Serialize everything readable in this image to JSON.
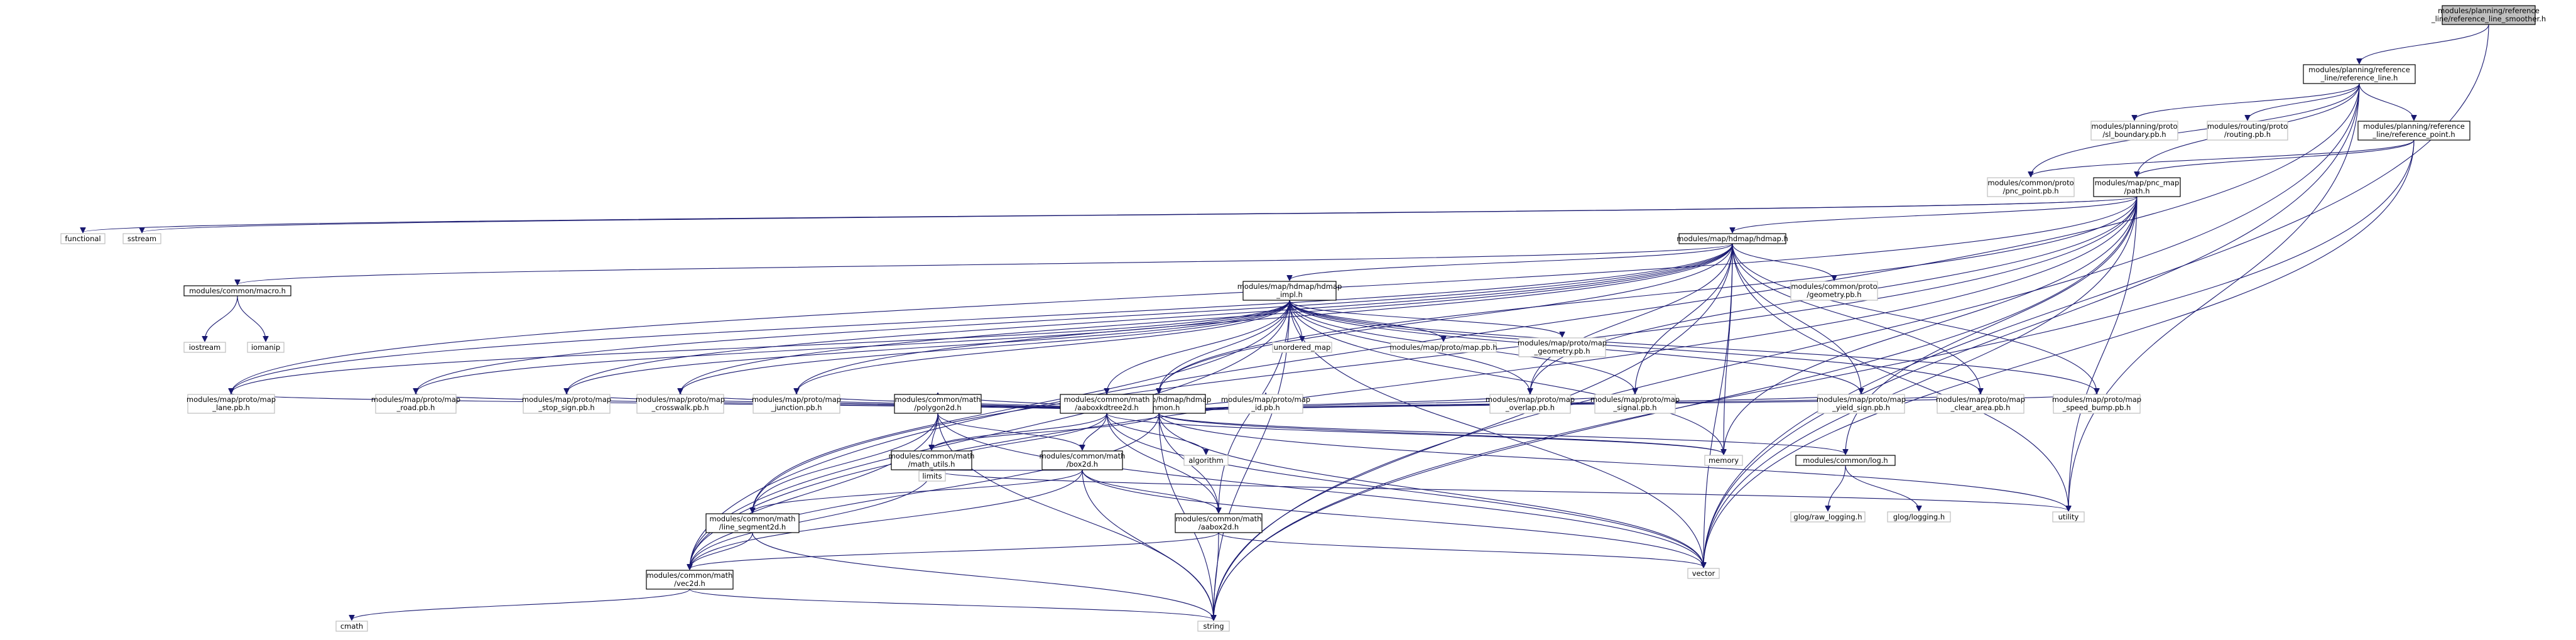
{
  "diagram": {
    "nodes": {
      "root": [
        "modules/planning/reference",
        "_line/reference_line_smoother.h"
      ],
      "ref_line": [
        "modules/planning/reference",
        "_line/reference_line.h"
      ],
      "sl_boundary": [
        "modules/planning/proto",
        "/sl_boundary.pb.h"
      ],
      "routing_pb": [
        "modules/routing/proto",
        "/routing.pb.h"
      ],
      "ref_point": [
        "modules/planning/reference",
        "_line/reference_point.h"
      ],
      "pnc_point": [
        "modules/common/proto",
        "/pnc_point.pb.h"
      ],
      "path": [
        "modules/map/pnc_map",
        "/path.h"
      ],
      "functional": [
        "functional"
      ],
      "sstream": [
        "sstream"
      ],
      "hdmap": [
        "modules/map/hdmap/hdmap.h"
      ],
      "macro": [
        "modules/common/macro.h"
      ],
      "iostream": [
        "iostream"
      ],
      "iomanip": [
        "iomanip"
      ],
      "geometry_pb": [
        "modules/common/proto",
        "/geometry.pb.h"
      ],
      "hdmap_impl": [
        "modules/map/hdmap/hdmap",
        "_impl.h"
      ],
      "unordered_map": [
        "unordered_map"
      ],
      "map_pb": [
        "modules/map/proto/map.pb.h"
      ],
      "map_geometry": [
        "modules/map/proto/map",
        "_geometry.pb.h"
      ],
      "hdmap_common": [
        "modules/map/hdmap/hdmap",
        "_common.h"
      ],
      "lane_pb": [
        "modules/map/proto/map",
        "_lane.pb.h"
      ],
      "road_pb": [
        "modules/map/proto/map",
        "_road.pb.h"
      ],
      "stop_sign_pb": [
        "modules/map/proto/map",
        "_stop_sign.pb.h"
      ],
      "crosswalk_pb": [
        "modules/map/proto/map",
        "_crosswalk.pb.h"
      ],
      "junction_pb": [
        "modules/map/proto/map",
        "_junction.pb.h"
      ],
      "id_pb": [
        "modules/map/proto/map",
        "_id.pb.h"
      ],
      "overlap_pb": [
        "modules/map/proto/map",
        "_overlap.pb.h"
      ],
      "signal_pb": [
        "modules/map/proto/map",
        "_signal.pb.h"
      ],
      "yield_sign_pb": [
        "modules/map/proto/map",
        "_yield_sign.pb.h"
      ],
      "clear_area_pb": [
        "modules/map/proto/map",
        "_clear_area.pb.h"
      ],
      "speed_bump_pb": [
        "modules/map/proto/map",
        "_speed_bump.pb.h"
      ],
      "polygon2d": [
        "modules/common/math",
        "/polygon2d.h"
      ],
      "aaboxkdtree2d": [
        "modules/common/math",
        "/aaboxkdtree2d.h"
      ],
      "algorithm": [
        "algorithm"
      ],
      "math_utils": [
        "modules/common/math",
        "/math_utils.h"
      ],
      "box2d": [
        "modules/common/math",
        "/box2d.h"
      ],
      "limits": [
        "limits"
      ],
      "memory": [
        "memory"
      ],
      "log": [
        "modules/common/log.h"
      ],
      "glog_raw": [
        "glog/raw_logging.h"
      ],
      "glog_logging": [
        "glog/logging.h"
      ],
      "line_segment2d": [
        "modules/common/math",
        "/line_segment2d.h"
      ],
      "aabox2d": [
        "modules/common/math",
        "/aabox2d.h"
      ],
      "utility": [
        "utility"
      ],
      "vec2d": [
        "modules/common/math",
        "/vec2d.h"
      ],
      "vector": [
        "vector"
      ],
      "cmath": [
        "cmath"
      ],
      "string": [
        "string"
      ]
    }
  },
  "colors": {
    "edge": "#191970",
    "root_fill": "#bfbfbf",
    "box_border": "#000000",
    "system_border": "#bfbfbf"
  }
}
